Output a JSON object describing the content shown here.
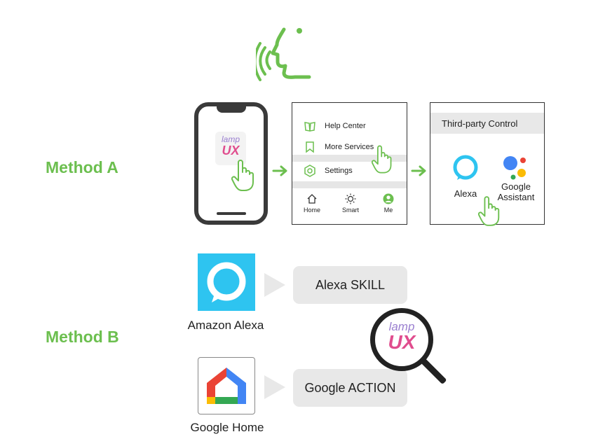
{
  "colors": {
    "green": "#6cbf4f",
    "alexa_blue": "#2ec4f0",
    "gray_pill": "#e8e8e8"
  },
  "methods": {
    "a": "Method A",
    "b": "Method B"
  },
  "phone": {
    "app_icon": "lamp-ux-app-icon",
    "logo_top": "lamp",
    "logo_bottom": "UX"
  },
  "menu_screen": {
    "items": [
      {
        "label": "Help Center",
        "icon": "book-icon"
      },
      {
        "label": "More Services",
        "icon": "bookmark-icon"
      },
      {
        "label": "Settings",
        "icon": "hexagon-gear-icon"
      }
    ],
    "nav": [
      {
        "label": "Home",
        "icon": "home-icon"
      },
      {
        "label": "Smart",
        "icon": "sun-icon"
      },
      {
        "label": "Me",
        "icon": "user-icon"
      }
    ]
  },
  "third_party": {
    "title": "Third-party Control",
    "alexa": "Alexa",
    "google_line1": "Google",
    "google_line2": "Assistant"
  },
  "method_b": {
    "alexa_app": "Amazon Alexa",
    "alexa_target": "Alexa SKILL",
    "google_app": "Google Home",
    "google_target": "Google ACTION",
    "magnifier_logo_top": "lamp",
    "magnifier_logo_bottom": "UX"
  }
}
